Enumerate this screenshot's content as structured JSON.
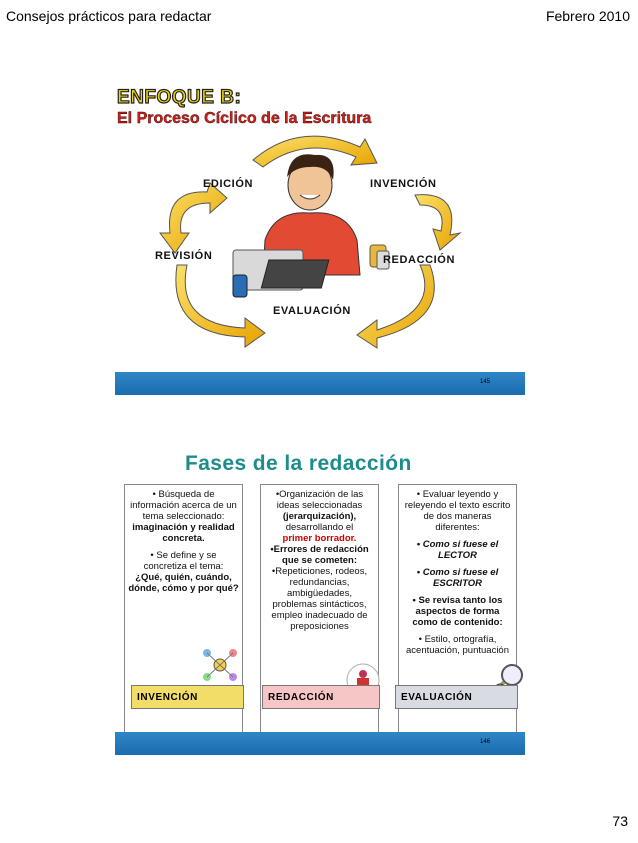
{
  "header": {
    "left": "Consejos prácticos para redactar",
    "right": "Febrero 2010"
  },
  "page_number": "73",
  "slide1": {
    "title_line1": "ENFOQUE B:",
    "title_line2": "El Proceso Cíclico de la Escritura",
    "stages": {
      "edicion": "EDICIÓN",
      "invencion": "INVENCIÓN",
      "revision": "REVISIÓN",
      "redaccion": "REDACCIÓN",
      "evaluacion": "EVALUACIÓN"
    },
    "slide_number": "145"
  },
  "slide2": {
    "title": "Fases de la redacción",
    "col1": {
      "p1a": "• Búsqueda de información acerca de un tema seleccionado:",
      "p1b": "imaginación y realidad concreta.",
      "p2a": "• Se define y se concretiza el tema:",
      "p2b": "¿Qué, quién, cuándo, dónde, cómo y por qué?",
      "label": "INVENCIÓN"
    },
    "col2": {
      "p1a": "•Organización de las ideas seleccionadas",
      "p1b": "(jerarquización),",
      "p1c": "desarrollando el",
      "p1d": "primer borrador.",
      "p2": "•Errores de redacción que se cometen:",
      "p3": "•Repeticiones, rodeos, redundancias, ambigüedades, problemas sintácticos, empleo inadecuado de preposiciones",
      "label": "REDACCIÓN"
    },
    "col3": {
      "p1": "• Evaluar leyendo y releyendo el texto escrito de dos maneras diferentes:",
      "p2": "• Como si fuese el LECTOR",
      "p3": "• Como si fuese el ESCRITOR",
      "p4": "• Se revisa tanto los aspectos de forma como de contenido:",
      "p5": "• Estilo, ortografía, acentuación, puntuación",
      "label": "EVALUACIÓN"
    },
    "slide_number": "146"
  }
}
